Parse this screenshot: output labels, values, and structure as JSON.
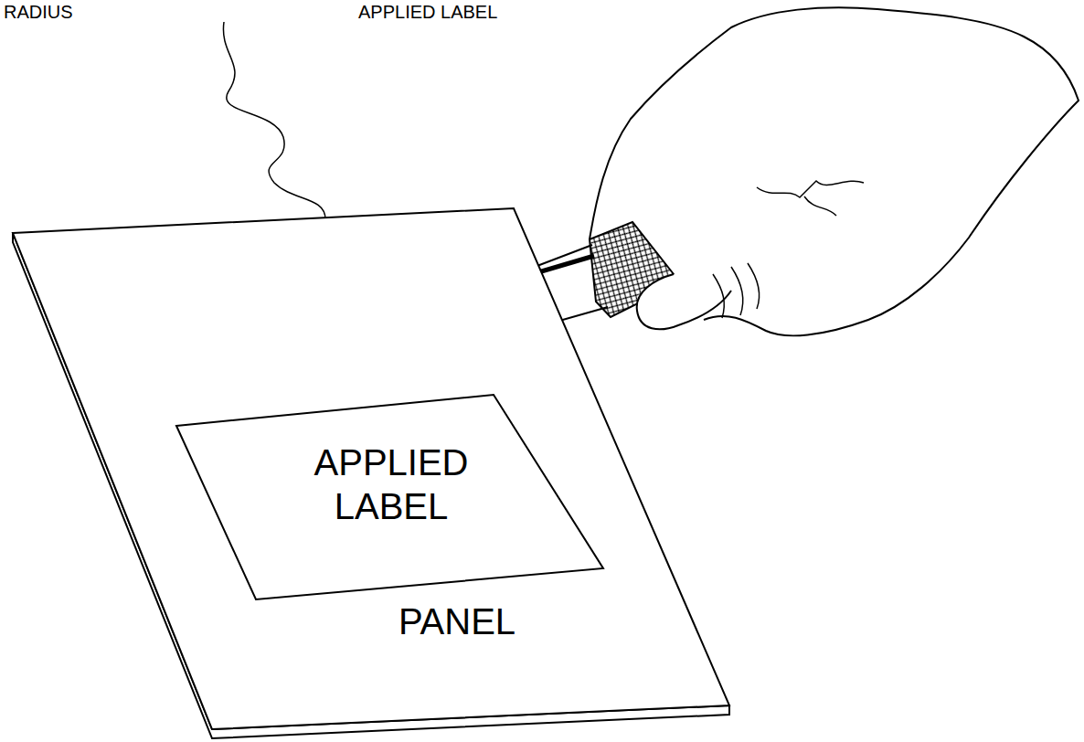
{
  "diagram": {
    "nodes": [
      {
        "text": [
          "PANEL"
        ]
      },
      {
        "text": [
          "APPLIED LABEL"
        ],
        "in": 0
      }
    ],
    "labels": [
      "RADIUS",
      "APPLIED LABEL"
    ]
  }
}
